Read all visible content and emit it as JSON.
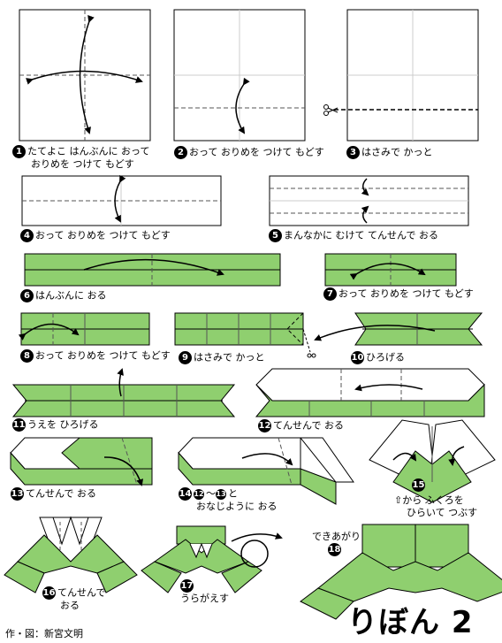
{
  "title": "りぼん 2",
  "credit": "作・図：新宮文明",
  "steps": [
    {
      "num": "1",
      "lines": [
        "たてよこ はんぶんに おって",
        "おりめを つけて もどす"
      ]
    },
    {
      "num": "2",
      "text": "おって おりめを つけて もどす"
    },
    {
      "num": "3",
      "text": "はさみで かっと"
    },
    {
      "num": "4",
      "text": "おって おりめを つけて もどす"
    },
    {
      "num": "5",
      "text": "まんなかに むけて てんせんで おる"
    },
    {
      "num": "6",
      "text": "はんぶんに おる"
    },
    {
      "num": "7",
      "text": "おって おりめを つけて もどす"
    },
    {
      "num": "8",
      "text": "おって おりめを つけて もどす"
    },
    {
      "num": "9",
      "text": "はさみで かっと"
    },
    {
      "num": "10",
      "text": "ひろげる"
    },
    {
      "num": "11",
      "text": "うえを ひろげる"
    },
    {
      "num": "12",
      "text": "てんせんで おる"
    },
    {
      "num": "13",
      "text": "てんせんで おる"
    },
    {
      "num": "14",
      "ref_a": "12",
      "ref_sep": "〜",
      "ref_b": "13",
      "ref_tail": "と",
      "line2": "おなじように おる"
    },
    {
      "num": "15",
      "lines": [
        "⇧から ふくろを",
        "ひらいて つぶす"
      ]
    },
    {
      "num": "16",
      "lines": [
        "てんせんで",
        "おる"
      ]
    },
    {
      "num": "17",
      "text": "うらがえす"
    },
    {
      "num": "18",
      "label_above": "できあがり"
    }
  ],
  "colors": {
    "green": "#8fcf6f",
    "outline": "#000000",
    "white": "#ffffff",
    "fold": "#555555"
  },
  "icons": [
    "scissors-icon",
    "fold-arrow-icon",
    "flip-over-icon",
    "outline-arrow-icon"
  ]
}
